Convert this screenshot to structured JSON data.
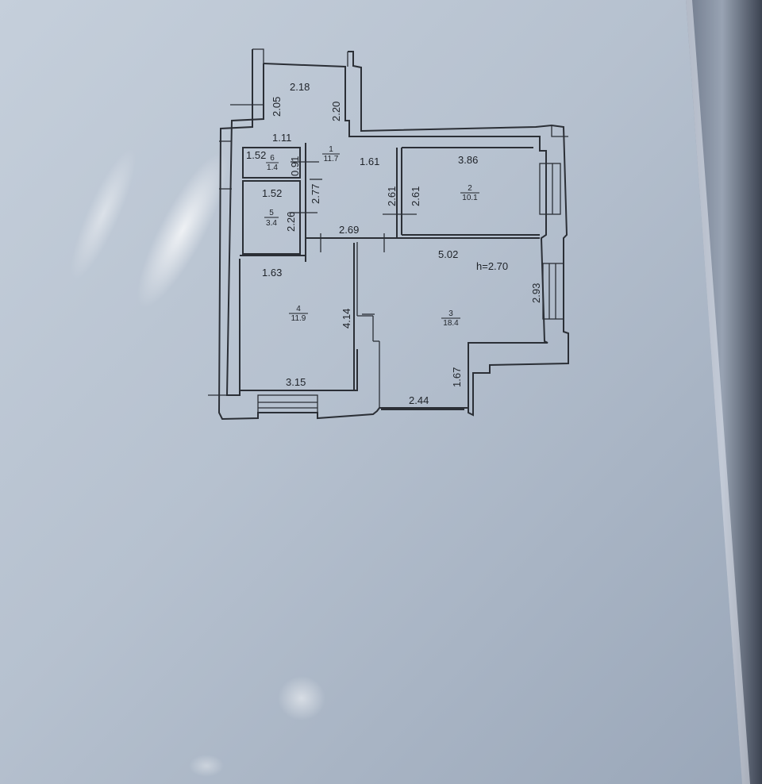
{
  "plan": {
    "height_label": "h=2.70",
    "rooms": [
      {
        "number": "1",
        "area": "11.7"
      },
      {
        "number": "2",
        "area": "10.1"
      },
      {
        "number": "3",
        "area": "18.4"
      },
      {
        "number": "4",
        "area": "11.9"
      },
      {
        "number": "5",
        "area": "3.4"
      },
      {
        "number": "6",
        "area": "1.4"
      }
    ],
    "dimensions": [
      "2.18",
      "2.05",
      "2.20",
      "1.11",
      "1.52",
      "0.91",
      "1.61",
      "3.86",
      "2.77",
      "2.61",
      "2.61",
      "1.52",
      "2.26",
      "2.69",
      "5.02",
      "1.63",
      "2.93",
      "4.14",
      "1.67",
      "3.15",
      "2.44"
    ]
  }
}
